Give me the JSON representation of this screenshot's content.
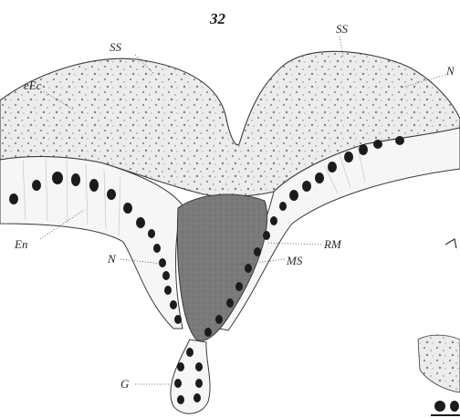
{
  "figure": {
    "number": "32",
    "labels": {
      "ss_left": "SS",
      "ss_right": "SS",
      "eec": "eEc",
      "n_top": "N",
      "en": "En",
      "rm": "RM",
      "n_left": "N",
      "ms": "MS",
      "g": "G"
    }
  },
  "colors": {
    "paper": "#ffffff",
    "ectoderm_fill": "#ececec",
    "ectoderm_dots": "#8a8a8a",
    "endoderm_fill": "#f6f6f6",
    "mesoderm_fill": "#7a7a7a",
    "nucleus": "#1b1b1b",
    "outline": "#3a3a3a"
  }
}
